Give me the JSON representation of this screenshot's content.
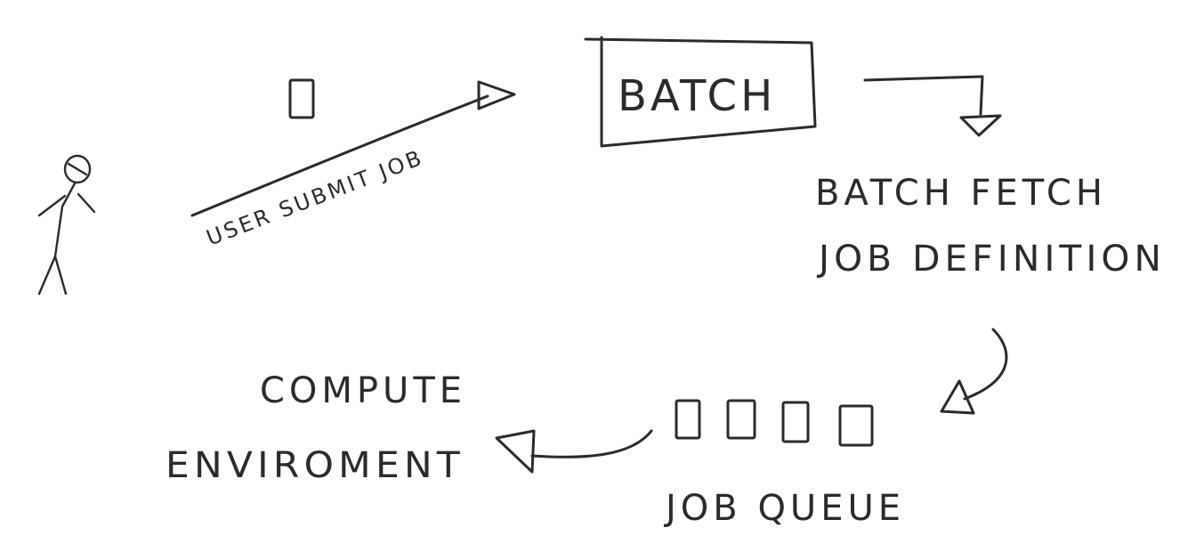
{
  "diagram": {
    "nodes": {
      "batch": {
        "label": "BATCH"
      },
      "fetch_line1": {
        "label": "BATCH FETCH"
      },
      "fetch_line2": {
        "label": "JOB DEFINITION"
      },
      "queue": {
        "label": "JOB QUEUE"
      },
      "compute_line1": {
        "label": "COMPUTE"
      },
      "compute_line2": {
        "label": "ENVIROMENT"
      }
    },
    "edges": {
      "submit": {
        "label": "USER SUBMIT JOB"
      }
    },
    "icons": [
      "stick-figure-icon",
      "job-document-icon",
      "queue-slot-icon"
    ],
    "ink_color": "#2b2b2b"
  }
}
